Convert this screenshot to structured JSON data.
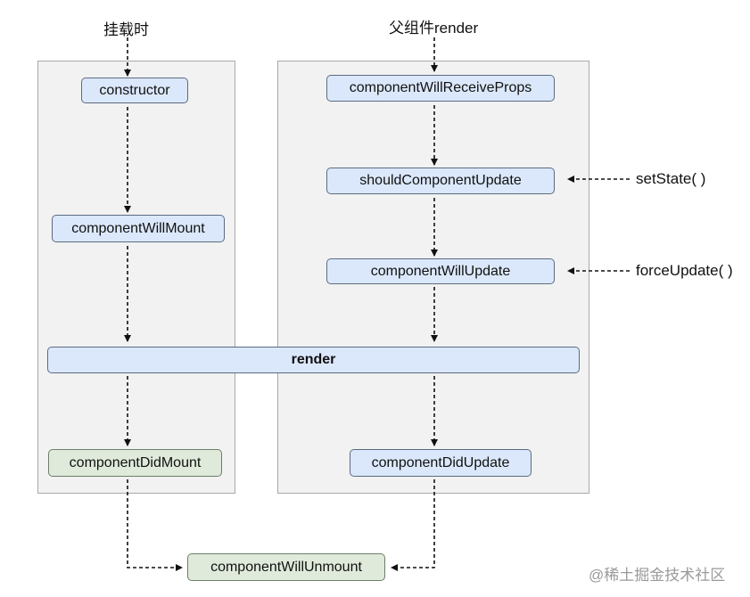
{
  "labels": {
    "mount_trigger": "挂载时",
    "parent_render_trigger": "父组件render",
    "setstate_trigger": "setState( )",
    "forceupdate_trigger": "forceUpdate( )"
  },
  "nodes": {
    "constructor": "constructor",
    "component_will_mount": "componentWillMount",
    "render": "render",
    "component_did_mount": "componentDidMount",
    "component_will_receive_props": "componentWillReceiveProps",
    "should_component_update": "shouldComponentUpdate",
    "component_will_update": "componentWillUpdate",
    "component_did_update": "componentDidUpdate",
    "component_will_unmount": "componentWillUnmount"
  },
  "watermark": "@稀土掘金技术社区",
  "colors": {
    "panel_bg": "#f2f2f2",
    "node_blue": "#dbe8fb",
    "node_green": "#dfeadb",
    "arrow": "#111111"
  }
}
